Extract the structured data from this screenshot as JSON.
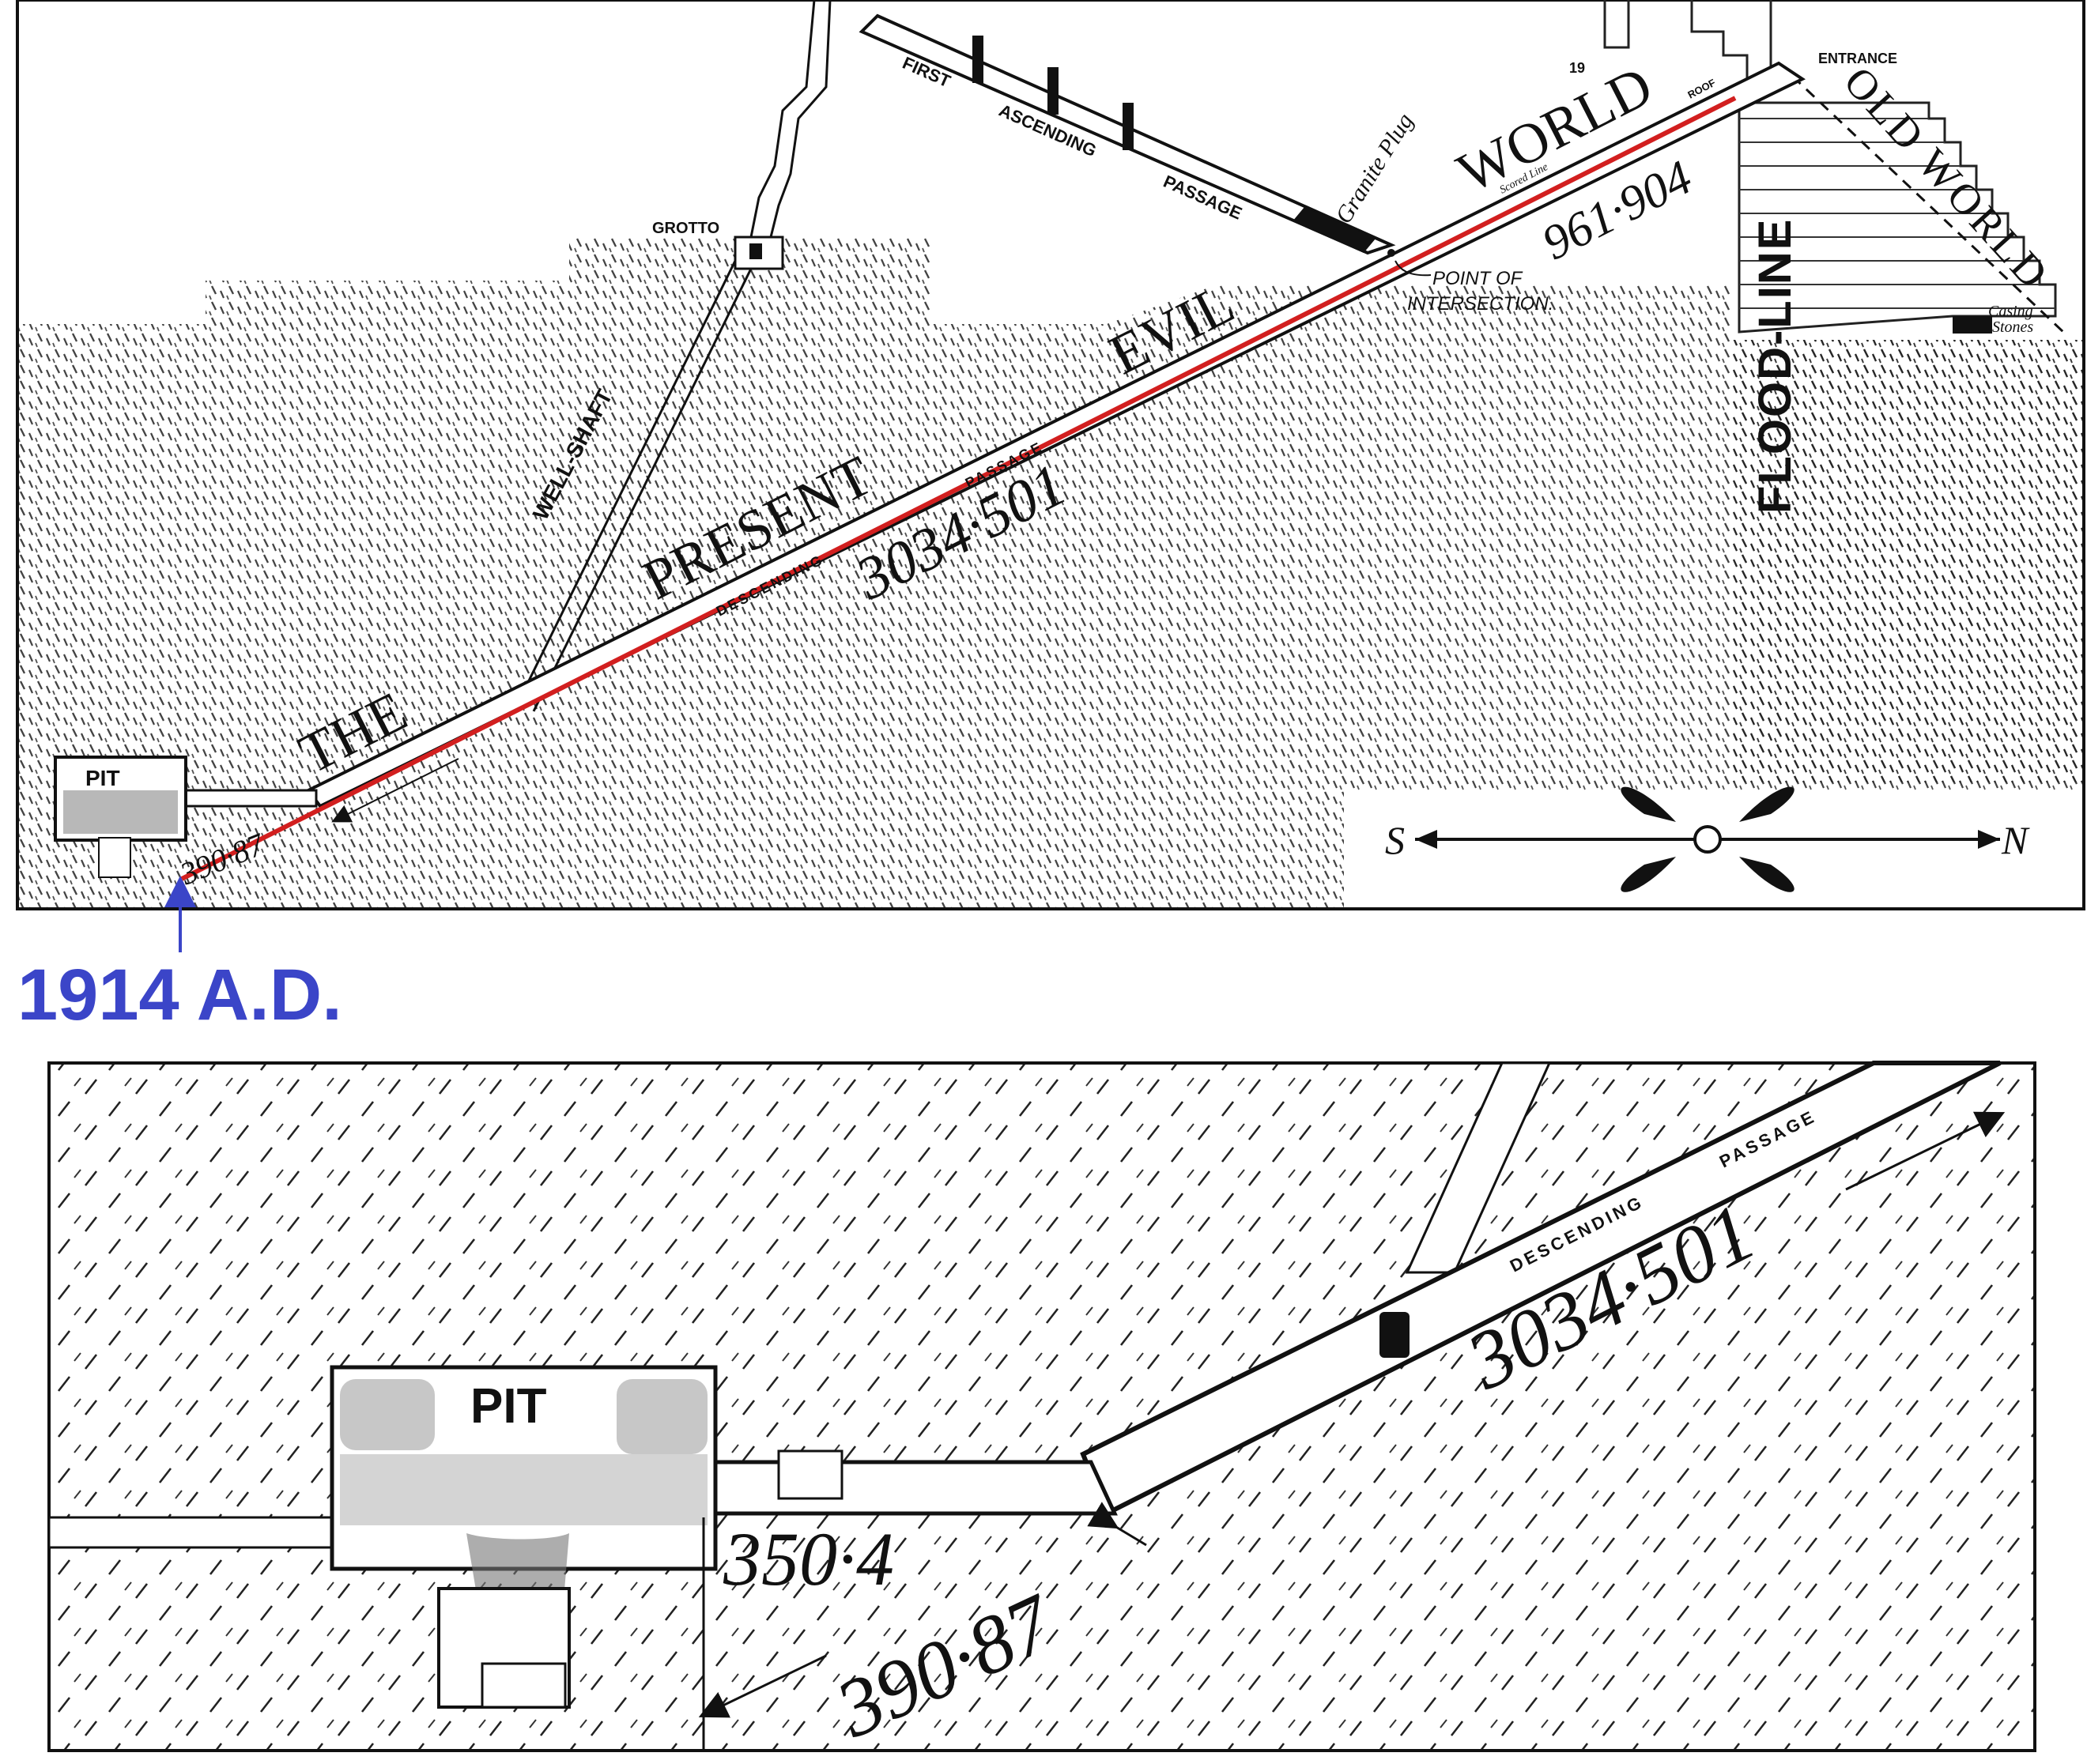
{
  "colors": {
    "ink": "#111111",
    "highlight_line": "#d21f1f",
    "annotation_blue": "#3b45c8",
    "paper": "#ffffff"
  },
  "top_diagram": {
    "labels": {
      "pit": "PIT",
      "grotto": "GROTTO",
      "well_shaft": "WELL-SHAFT",
      "first_ascending_passage_1": "FIRST",
      "first_ascending_passage_2": "ASCENDING",
      "first_ascending_passage_3": "PASSAGE",
      "granite_plug": "Granite Plug",
      "point_of_intersection_1": "POINT OF",
      "point_of_intersection_2": "INTERSECTION.",
      "entrance": "ENTRANCE",
      "roof": "ROOF",
      "scored_line": "Scored Line",
      "casing_stones_1": "Casing",
      "casing_stones_2": "Stones",
      "old_world": "OLD WORLD",
      "flood_line": "FLOOD-LINE",
      "the": "THE",
      "present": "PRESENT",
      "evil": "EVIL",
      "world": "WORLD",
      "descending": "DESCENDING",
      "passage": "PASSAGE",
      "measure_main": "3034·501",
      "measure_upper": "961·904",
      "measure_lower": "390·87",
      "marker_19": "19",
      "compass_south": "S",
      "compass_north": "N"
    }
  },
  "annotation": {
    "year": "1914 A.D."
  },
  "bottom_diagram": {
    "labels": {
      "pit": "PIT",
      "descending": "DESCENDING",
      "passage": "PASSAGE",
      "measure_main": "3034·501",
      "measure_horizontal": "350·4",
      "measure_lower": "390·87"
    }
  }
}
